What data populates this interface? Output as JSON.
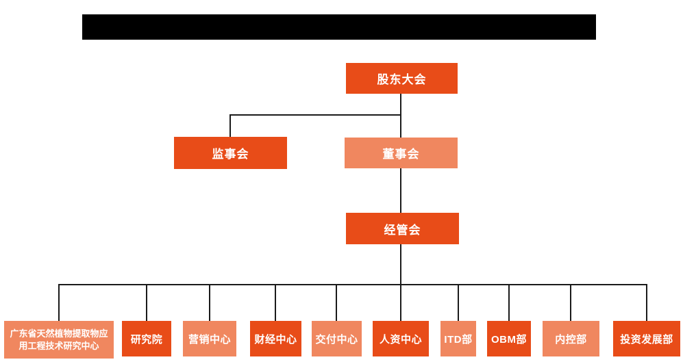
{
  "colors": {
    "primary_orange": "#E84C18",
    "secondary_salmon": "#F0875F",
    "connector_line": "#1a1a1a",
    "node_text": "#ffffff",
    "title_bar": "#000000",
    "background": "#ffffff"
  },
  "org": {
    "level1": {
      "label": "股东大会"
    },
    "level2": [
      {
        "label": "监事会"
      },
      {
        "label": "董事会"
      }
    ],
    "level3": {
      "label": "经管会"
    },
    "departments": [
      {
        "label": "广东省天然植物提取物应用工程技术研究中心"
      },
      {
        "label": "研究院"
      },
      {
        "label": "营销中心"
      },
      {
        "label": "财经中心"
      },
      {
        "label": "交付中心"
      },
      {
        "label": "人资中心"
      },
      {
        "label": "ITD部"
      },
      {
        "label": "OBM部"
      },
      {
        "label": "内控部"
      },
      {
        "label": "投资发展部"
      }
    ]
  }
}
